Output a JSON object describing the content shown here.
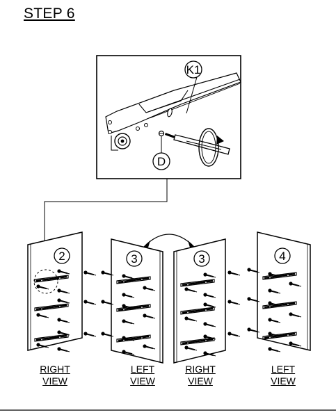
{
  "step": {
    "title": "STEP 6"
  },
  "detail": {
    "part_label": "K1",
    "screw_label": "D"
  },
  "panels": [
    {
      "number": "2",
      "view_line1": "RIGHT",
      "view_line2": "VIEW"
    },
    {
      "number": "3",
      "view_line1": "LEFT",
      "view_line2": "VIEW"
    },
    {
      "number": "3",
      "view_line1": "RIGHT",
      "view_line2": "VIEW"
    },
    {
      "number": "4",
      "view_line1": "LEFT",
      "view_line2": "VIEW"
    }
  ]
}
